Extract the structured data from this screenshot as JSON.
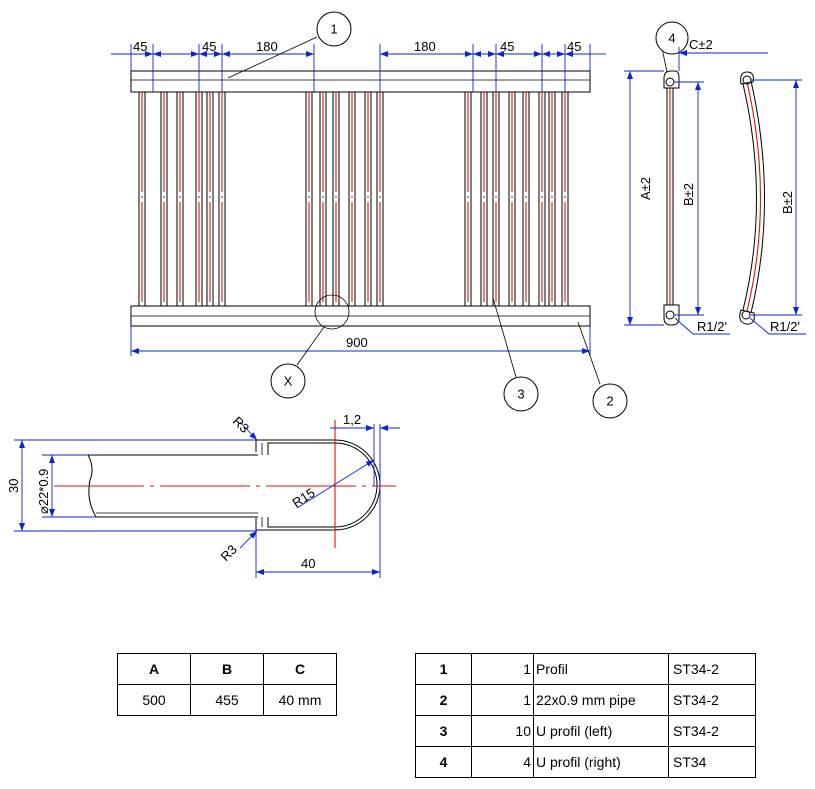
{
  "front_view": {
    "dims_top": [
      "45",
      "45",
      "180",
      "180",
      "45",
      "45"
    ],
    "overall_width": "900",
    "balloons": [
      "1",
      "2",
      "3",
      "X"
    ]
  },
  "side_view": {
    "balloon": "4",
    "dim_c": "C±2",
    "dim_a": "A±2",
    "dim_b": "B±2",
    "thread": "R1/2'"
  },
  "curved_view": {
    "dim_b": "B±2",
    "thread": "R1/2'"
  },
  "detail_view": {
    "radius_top": "R3",
    "radius_bottom": "R3",
    "wall": "1,2",
    "height": "30",
    "pipe": "⌀22*0.9",
    "bend_radius": "R15",
    "length": "40"
  },
  "dims_table": {
    "headers": [
      "A",
      "B",
      "C"
    ],
    "values": [
      "500",
      "455",
      "40 mm"
    ]
  },
  "parts_table": {
    "rows": [
      {
        "idx": "1",
        "qty": "1",
        "desc": "Profil",
        "mat": "ST34-2"
      },
      {
        "idx": "2",
        "qty": "1",
        "desc": "22x0.9 mm pipe",
        "mat": "ST34-2"
      },
      {
        "idx": "3",
        "qty": "10",
        "desc": "U profil (left)",
        "mat": "ST34-2"
      },
      {
        "idx": "4",
        "qty": "4",
        "desc": "U profil (right)",
        "mat": "ST34"
      }
    ]
  },
  "colors": {
    "dimension": "#0b24d6",
    "centerline": "#e3120b",
    "outline": "#000000"
  }
}
